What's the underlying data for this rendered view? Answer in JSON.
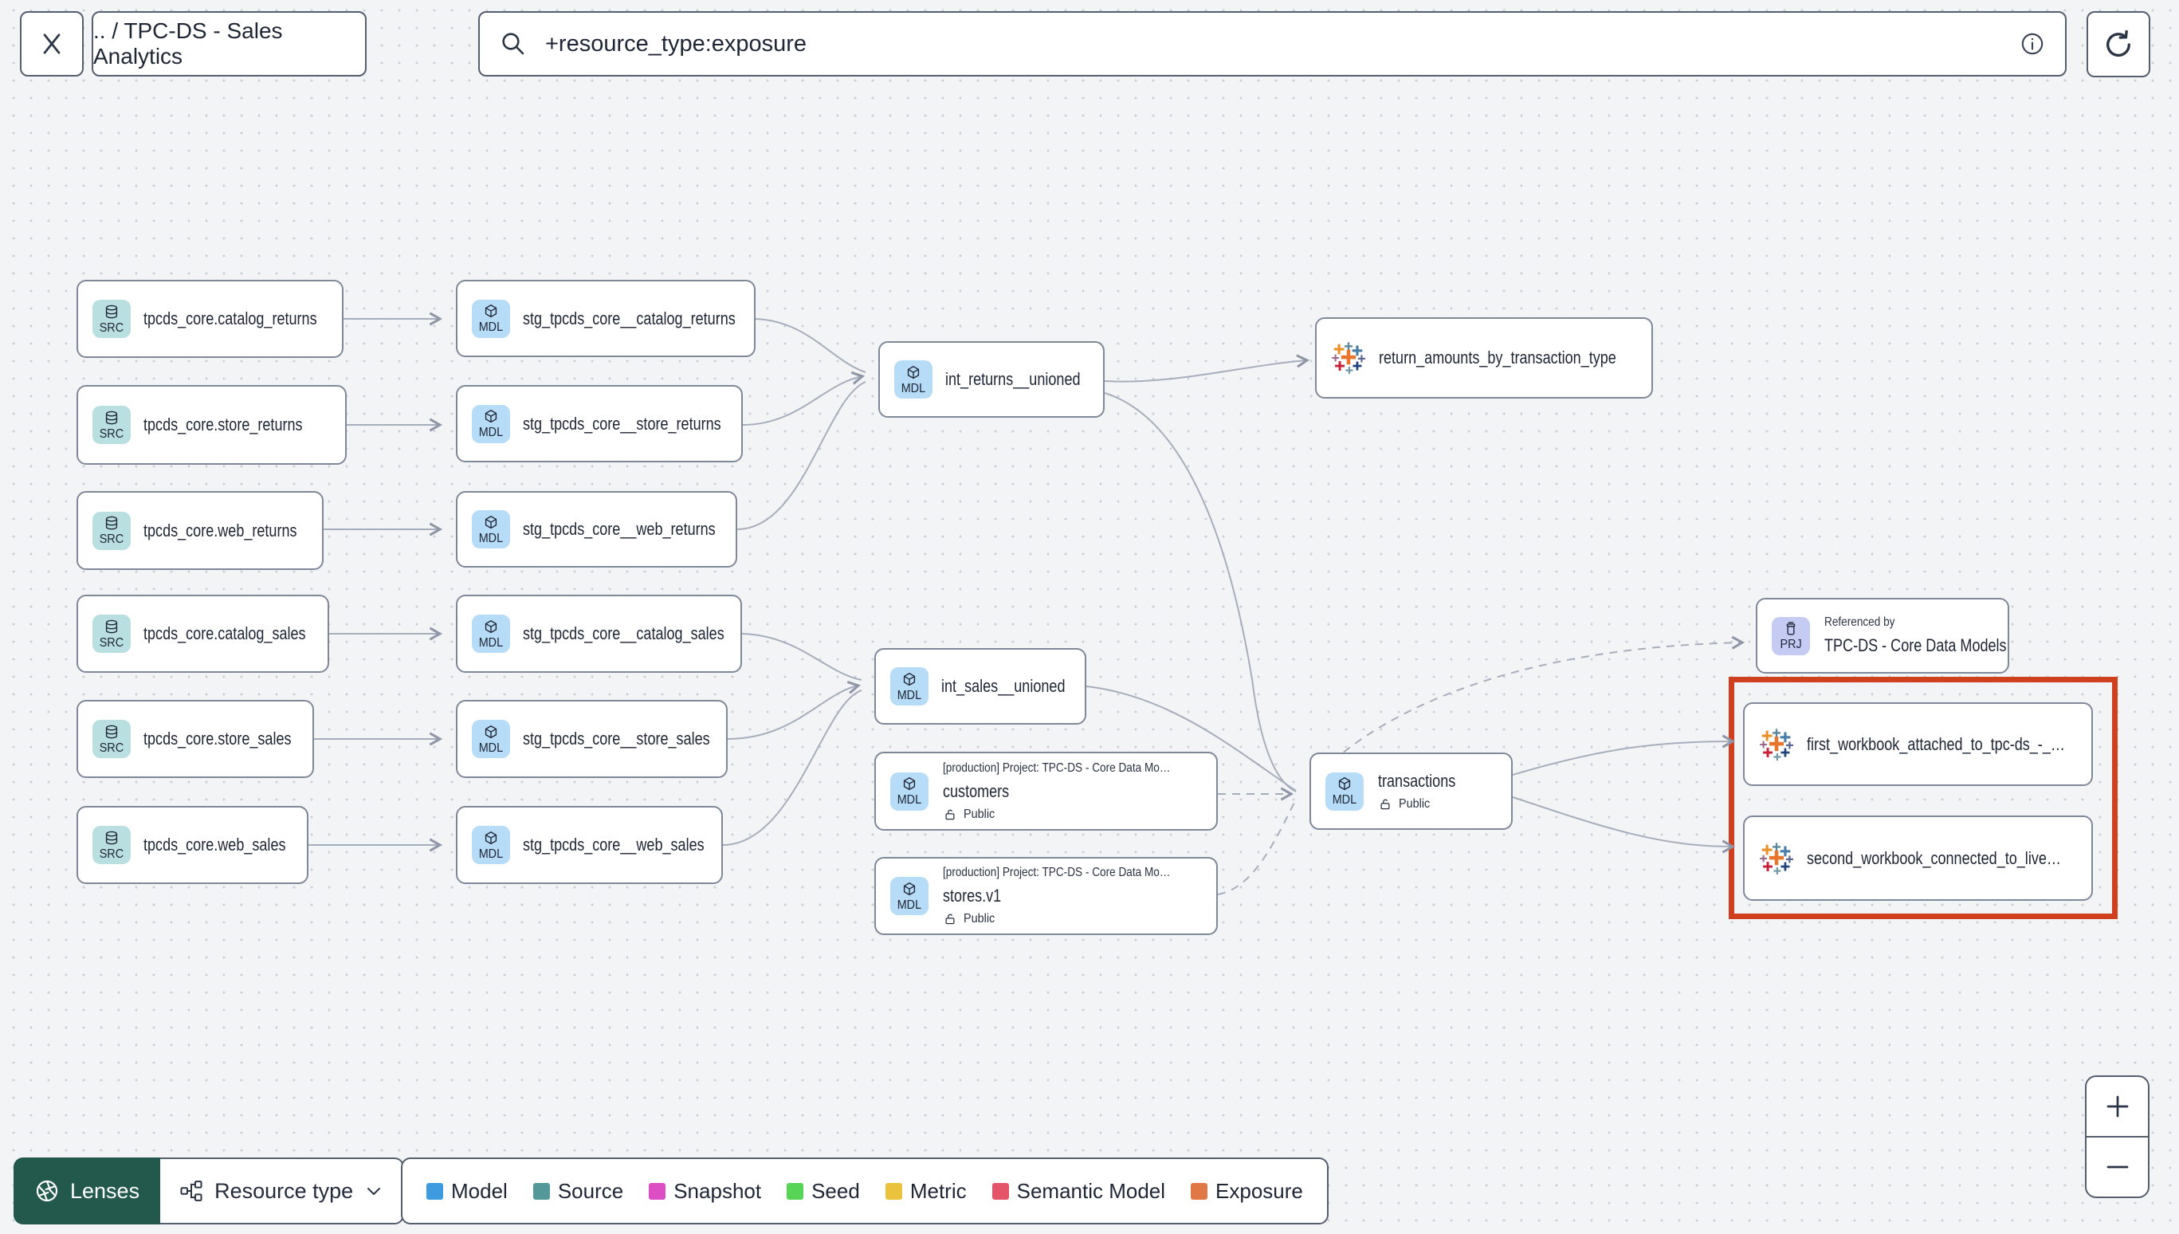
{
  "topbar": {
    "breadcrumb": ".. / TPC-DS - Sales Analytics",
    "search_value": "+resource_type:exposure"
  },
  "badges": {
    "src": "SRC",
    "mdl": "MDL",
    "prj": "PRJ"
  },
  "nodes": {
    "src_catalog_returns": {
      "label": "tpcds_core.catalog_returns"
    },
    "src_store_returns": {
      "label": "tpcds_core.store_returns"
    },
    "src_web_returns": {
      "label": "tpcds_core.web_returns"
    },
    "src_catalog_sales": {
      "label": "tpcds_core.catalog_sales"
    },
    "src_store_sales": {
      "label": "tpcds_core.store_sales"
    },
    "src_web_sales": {
      "label": "tpcds_core.web_sales"
    },
    "stg_catalog_returns": {
      "label": "stg_tpcds_core__catalog_returns"
    },
    "stg_store_returns": {
      "label": "stg_tpcds_core__store_returns"
    },
    "stg_web_returns": {
      "label": "stg_tpcds_core__web_returns"
    },
    "stg_catalog_sales": {
      "label": "stg_tpcds_core__catalog_sales"
    },
    "stg_store_sales": {
      "label": "stg_tpcds_core__store_sales"
    },
    "stg_web_sales": {
      "label": "stg_tpcds_core__web_sales"
    },
    "int_returns": {
      "label": "int_returns__unioned"
    },
    "int_sales": {
      "label": "int_sales__unioned"
    },
    "customers": {
      "project": "[production] Project: TPC-DS - Core Data Mo…",
      "label": "customers",
      "visibility": "Public"
    },
    "stores": {
      "project": "[production] Project: TPC-DS - Core Data Mo…",
      "label": "stores.v1",
      "visibility": "Public"
    },
    "transactions": {
      "label": "transactions",
      "visibility": "Public"
    },
    "return_amounts": {
      "label": "return_amounts_by_transaction_type"
    },
    "referenced_by": {
      "title": "Referenced by",
      "label": "TPC-DS - Core Data Models"
    },
    "first_workbook": {
      "label": "first_workbook_attached_to_tpc-ds_-_…"
    },
    "second_workbook": {
      "label": "second_workbook_connected_to_live…"
    }
  },
  "bottombar": {
    "lenses_label": "Lenses",
    "lens_selector_label": "Resource type",
    "legend": [
      {
        "label": "Model",
        "color": "#3f9be0"
      },
      {
        "label": "Source",
        "color": "#55989a"
      },
      {
        "label": "Snapshot",
        "color": "#dd4ec4"
      },
      {
        "label": "Seed",
        "color": "#55d455"
      },
      {
        "label": "Metric",
        "color": "#eac23e"
      },
      {
        "label": "Semantic Model",
        "color": "#e4556a"
      },
      {
        "label": "Exposure",
        "color": "#e07845"
      }
    ]
  },
  "highlight_color": "#d0401f"
}
